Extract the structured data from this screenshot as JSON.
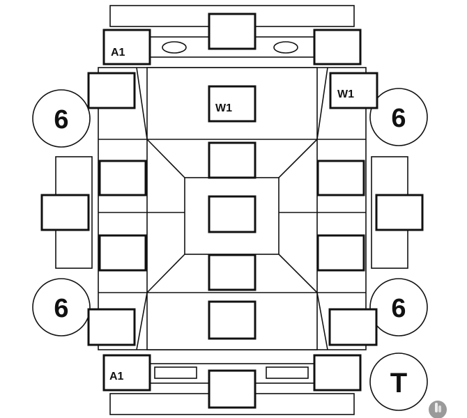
{
  "labels": {
    "a1_top": "A1",
    "a1_bottom": "A1",
    "w1_center": "W1",
    "w1_right": "W1",
    "circle_top_left": "6",
    "circle_top_right": "6",
    "circle_bottom_left": "6",
    "circle_bottom_right": "6",
    "circle_t": "T"
  },
  "colors": {
    "stroke": "#111111",
    "background": "#ffffff"
  }
}
